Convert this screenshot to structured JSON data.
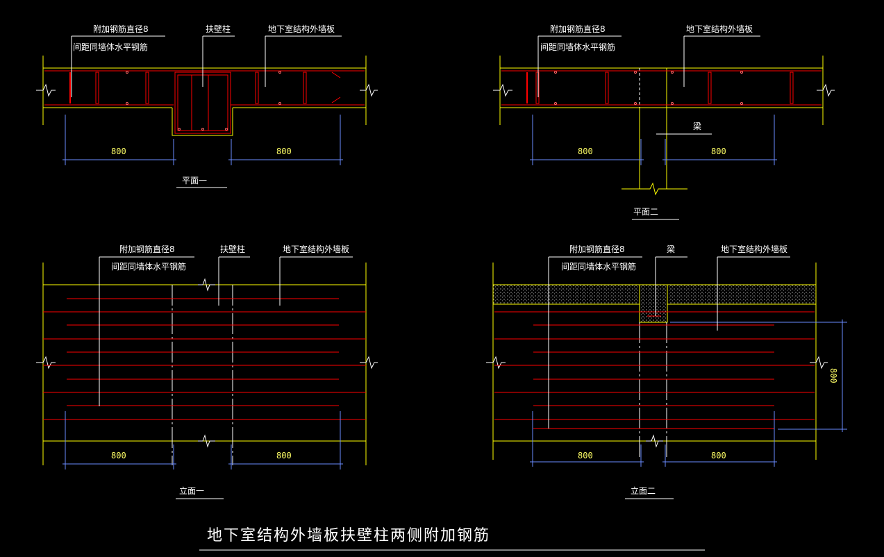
{
  "labels": {
    "rebar_note1": "附加钢筋直径8",
    "rebar_note2": "间距同墙体水平钢筋",
    "buttress": "扶壁柱",
    "wall": "地下室结构外墙板",
    "beam": "梁"
  },
  "dims": {
    "d800": "800"
  },
  "views": {
    "plan1": "平面一",
    "plan2": "平面二",
    "elev1": "立面一",
    "elev2": "立面二"
  },
  "title": "地下室结构外墙板扶壁柱两侧附加钢筋",
  "colors": {
    "bg": "#000000",
    "wall_line": "#ffff00",
    "rebar": "#ff0000",
    "dim_line": "#6a8cff",
    "text": "#ffffff",
    "leader": "#ffffff"
  }
}
